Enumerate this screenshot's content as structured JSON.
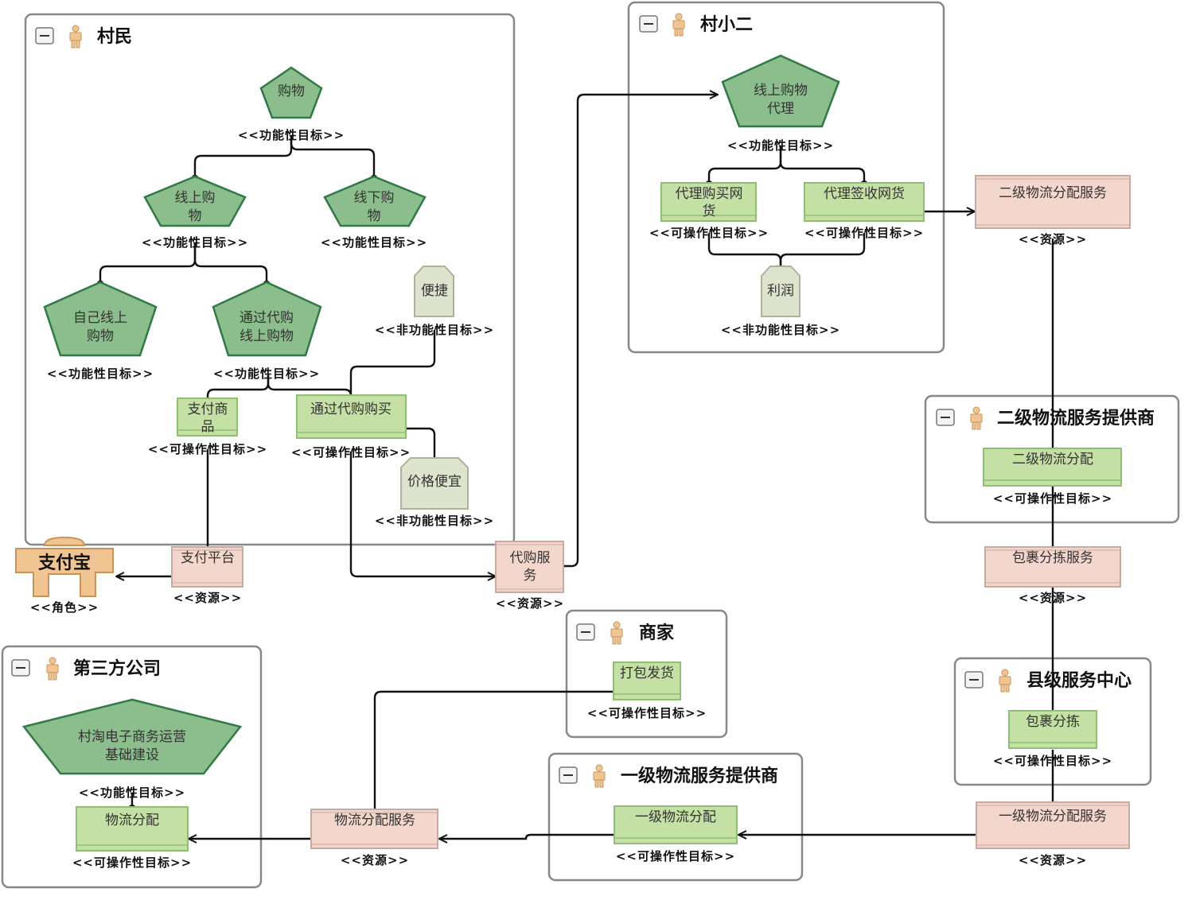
{
  "groups": {
    "cunmin": {
      "title": "村民",
      "collapse": "−"
    },
    "cunxiaoer": {
      "title": "村小二",
      "collapse": "−"
    },
    "erji": {
      "title": "二级物流服务提供商",
      "collapse": "−"
    },
    "shangjia": {
      "title": "商家",
      "collapse": "−"
    },
    "xianji": {
      "title": "县级服务中心",
      "collapse": "−"
    },
    "yiji": {
      "title": "一级物流服务提供商",
      "collapse": "−"
    },
    "disanfang": {
      "title": "第三方公司",
      "collapse": "−"
    }
  },
  "nodes": {
    "gouwu": {
      "line1": "购物",
      "line2": "",
      "stereo": "<<功能性目标>>"
    },
    "xianshang": {
      "line1": "线上购",
      "line2": "物",
      "stereo": "<<功能性目标>>"
    },
    "xianxia": {
      "line1": "线下购",
      "line2": "物",
      "stereo": "<<功能性目标>>"
    },
    "ziji": {
      "line1": "自己线上",
      "line2": "购物",
      "stereo": "<<功能性目标>>"
    },
    "tongguo": {
      "line1": "通过代购",
      "line2": "线上购物",
      "stereo": "<<功能性目标>>"
    },
    "bianjie": {
      "line1": "便捷",
      "stereo": "<<非功能性目标>>"
    },
    "zhifu": {
      "line1": "支付商",
      "line2": "品",
      "stereo": "<<可操作性目标>>"
    },
    "tongguomai": {
      "line1": "通过代购购买",
      "stereo": "<<可操作性目标>>"
    },
    "jiage": {
      "line1": "价格便宜",
      "stereo": "<<非功能性目标>>"
    },
    "zhifupingtai": {
      "line1": "支付平台",
      "stereo": "<<资源>>"
    },
    "zhifubao": {
      "line1": "支付宝",
      "stereo": "<<角色>>"
    },
    "daigoufuwu": {
      "line1": "代购服",
      "line2": "务",
      "stereo": "<<资源>>"
    },
    "xsdaili": {
      "line1": "线上购物",
      "line2": "代理",
      "stereo": "<<功能性目标>>"
    },
    "dailigoumai": {
      "line1": "代理购买网",
      "line2": "货",
      "stereo": "<<可操作性目标>>"
    },
    "dailiqianshou": {
      "line1": "代理签收网货",
      "stereo": "<<可操作性目标>>"
    },
    "lirun": {
      "line1": "利润",
      "stereo": "<<非功能性目标>>"
    },
    "erjifenpeifuwu": {
      "line1": "二级物流分配服务",
      "stereo": "<<资源>>"
    },
    "erjifenpei": {
      "line1": "二级物流分配",
      "stereo": "<<可操作性目标>>"
    },
    "baoguofuwu": {
      "line1": "包裹分拣服务",
      "stereo": "<<资源>>"
    },
    "dabao": {
      "line1": "打包发货",
      "stereo": "<<可操作性目标>>"
    },
    "baoguofenjian": {
      "line1": "包裹分拣",
      "stereo": "<<可操作性目标>>"
    },
    "yijifenpeifuwu": {
      "line1": "一级物流分配服务",
      "stereo": "<<资源>>"
    },
    "yijifenpei": {
      "line1": "一级物流分配",
      "stereo": "<<可操作性目标>>"
    },
    "wuliufuwu": {
      "line1": "物流分配服务",
      "stereo": "<<资源>>"
    },
    "cuntao": {
      "line1": "村淘电子商务运营",
      "line2": "基础建设",
      "stereo": "<<功能性目标>>"
    },
    "wuliufenpei": {
      "line1": "物流分配",
      "stereo": "<<可操作性目标>>"
    }
  },
  "colors": {
    "goal_fill": "#8cbd8c",
    "goal_stroke": "#2f7a45",
    "task_fill": "#c5e0a5",
    "task_stroke": "#8fbf72",
    "soft_fill": "#dde3cc",
    "soft_stroke": "#a9b49a",
    "resource_fill": "#f4d7cc",
    "resource_stroke": "#c8aaa2",
    "actor_fill": "#f0c592",
    "actor_stroke": "#c99459",
    "group_stroke": "#888888"
  },
  "icons": {
    "actor": "actor-icon",
    "collapse": "collapse-icon"
  }
}
